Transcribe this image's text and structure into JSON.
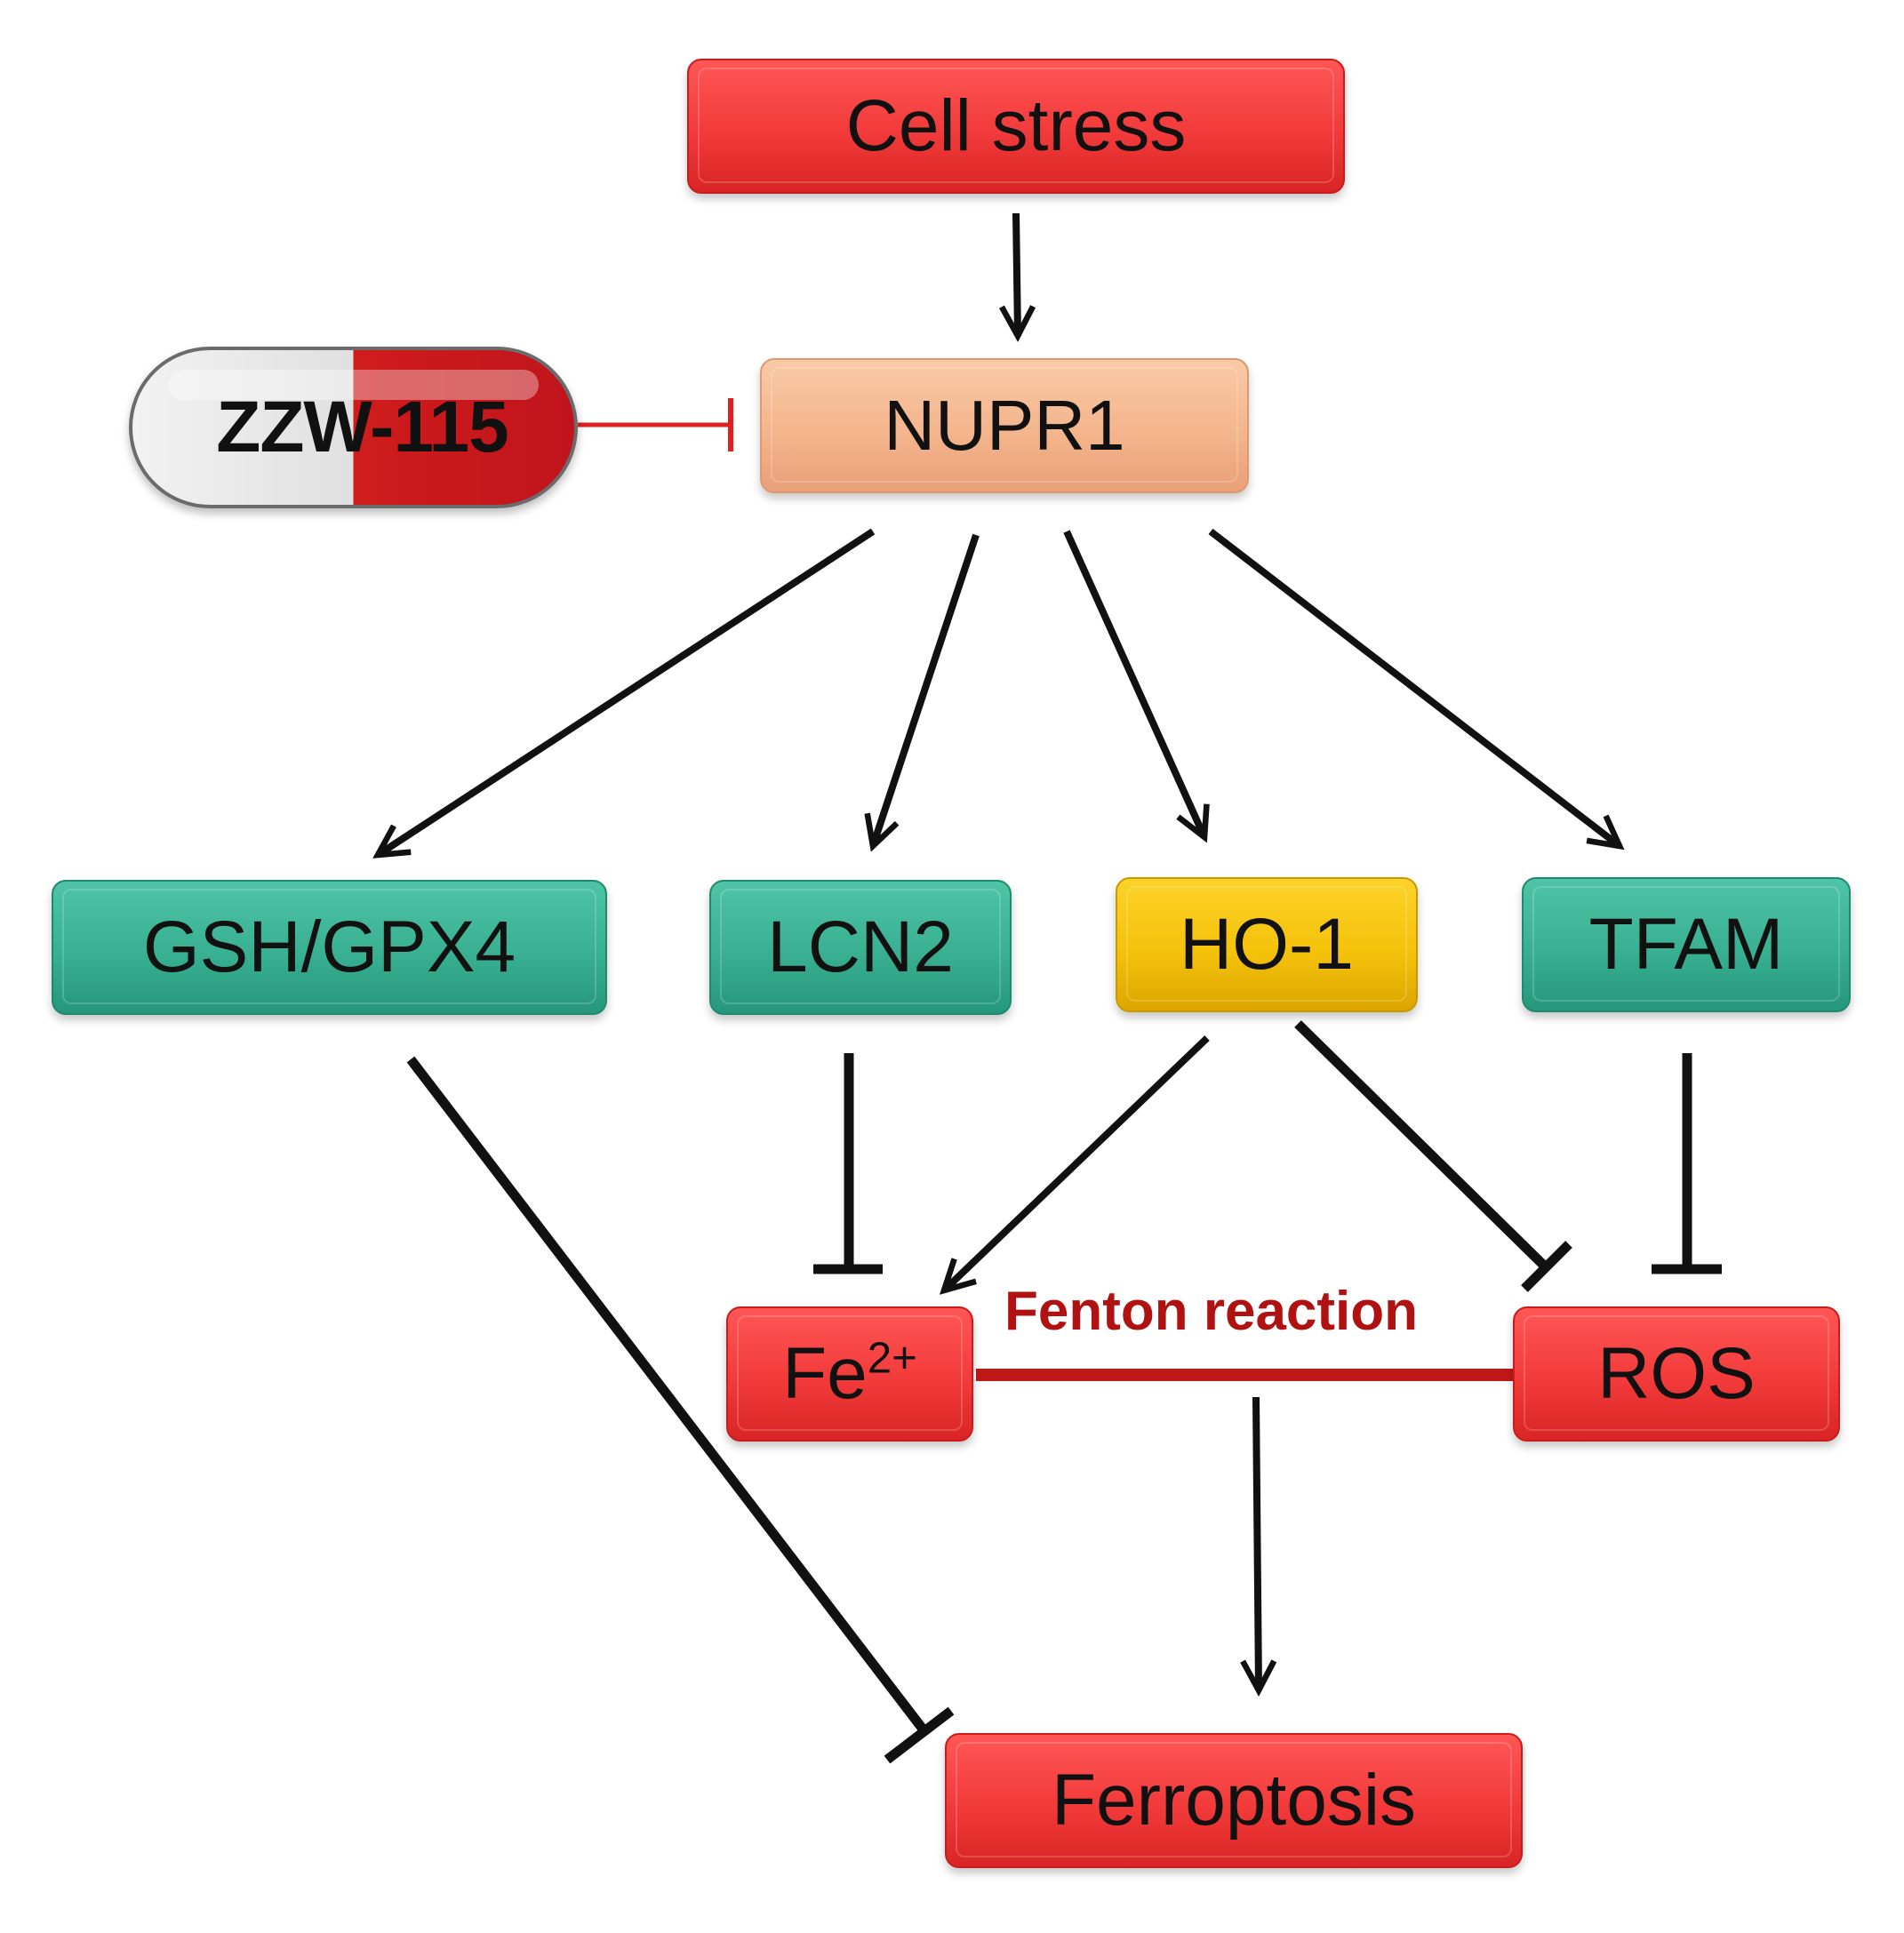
{
  "nodes": {
    "cell_stress": "Cell stress",
    "nupr1": "NUPR1",
    "drug": "ZZW-115",
    "gsh_gpx4": "GSH/GPX4",
    "lcn2": "LCN2",
    "ho1": "HO-1",
    "tfam": "TFAM",
    "fe_base": "Fe",
    "fe_sup": "2+",
    "ros": "ROS",
    "ferroptosis": "Ferroptosis"
  },
  "edge_labels": {
    "fenton": "Fenton reaction"
  },
  "colors": {
    "red": "#f23a3a",
    "peach": "#f4b58d",
    "teal": "#38b091",
    "yellow": "#f5c20b",
    "inhibitor_red": "#e02020",
    "fenton_line": "#c01818",
    "fenton_text": "#b01212",
    "edge": "#111111"
  },
  "edges": [
    {
      "from": "Cell stress",
      "to": "NUPR1",
      "type": "activation"
    },
    {
      "from": "ZZW-115",
      "to": "NUPR1",
      "type": "inhibition"
    },
    {
      "from": "NUPR1",
      "to": "GSH/GPX4",
      "type": "activation"
    },
    {
      "from": "NUPR1",
      "to": "LCN2",
      "type": "activation"
    },
    {
      "from": "NUPR1",
      "to": "HO-1",
      "type": "activation"
    },
    {
      "from": "NUPR1",
      "to": "TFAM",
      "type": "activation"
    },
    {
      "from": "GSH/GPX4",
      "to": "Ferroptosis",
      "type": "inhibition"
    },
    {
      "from": "LCN2",
      "to": "Fe2+",
      "type": "inhibition"
    },
    {
      "from": "HO-1",
      "to": "Fe2+",
      "type": "activation"
    },
    {
      "from": "HO-1",
      "to": "ROS",
      "type": "inhibition"
    },
    {
      "from": "TFAM",
      "to": "ROS",
      "type": "inhibition"
    },
    {
      "from": "Fe2+",
      "to": "ROS",
      "type": "association",
      "label": "Fenton reaction"
    },
    {
      "from": "Fenton reaction",
      "to": "Ferroptosis",
      "type": "activation"
    }
  ]
}
